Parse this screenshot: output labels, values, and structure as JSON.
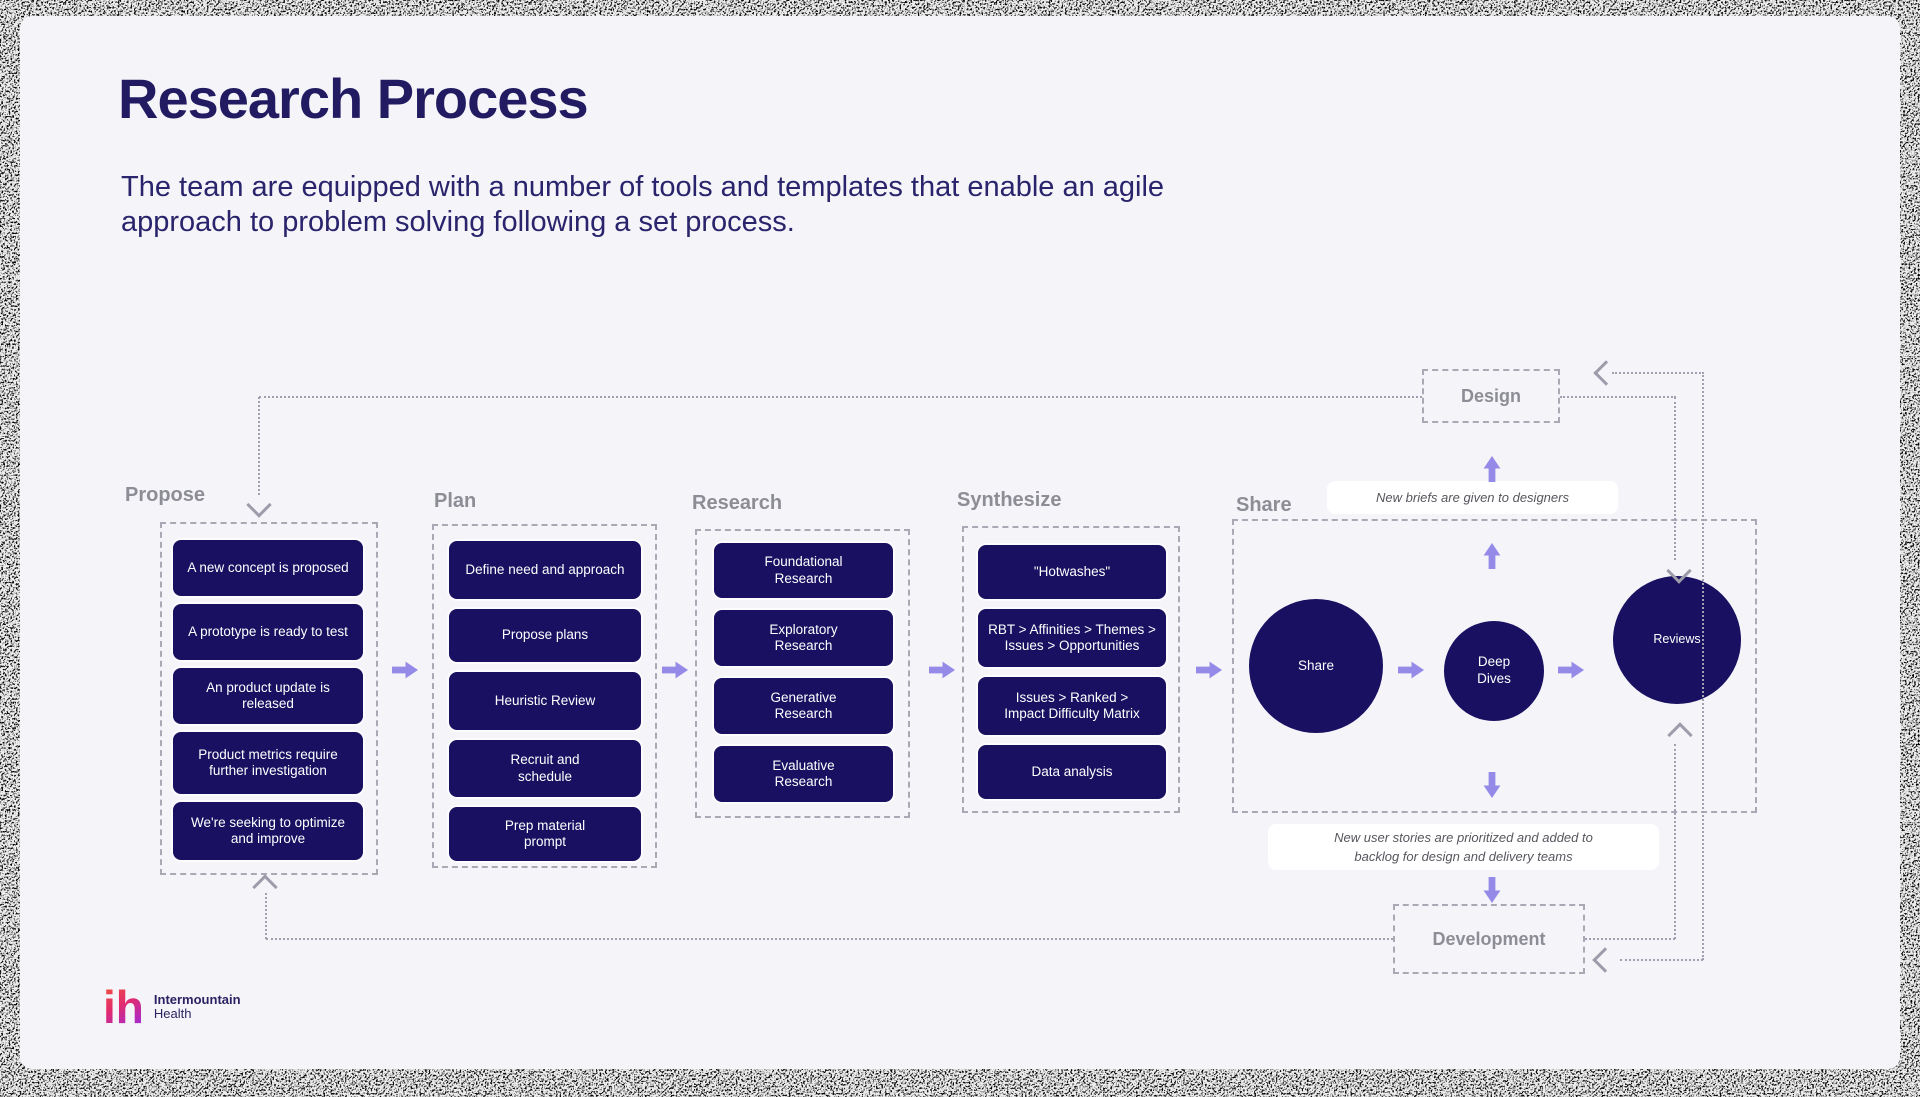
{
  "slide": {
    "title": "Research Process",
    "subtitle_line1": "The team are equipped with a number of tools and templates that enable an agile",
    "subtitle_line2": "approach to problem solving following a set process."
  },
  "stages": [
    {
      "label": "Propose",
      "items": [
        "A new concept is proposed",
        "A prototype is ready to test",
        "An product update is released",
        "Product metrics require further investigation",
        "We're seeking to optimize and improve"
      ]
    },
    {
      "label": "Plan",
      "items": [
        "Define need and approach",
        "Propose plans",
        "Heuristic Review",
        "Recruit and schedule",
        "Prep material prompt"
      ]
    },
    {
      "label": "Research",
      "items": [
        "Foundational Research",
        "Exploratory Research",
        "Generative Research",
        "Evaluative Research"
      ]
    },
    {
      "label": "Synthesize",
      "items": [
        "\"Hotwashes\"",
        "RBT > Affinities > Themes > Issues > Opportunities",
        "Issues > Ranked > Impact Difficulty Matrix",
        "Data analysis"
      ]
    },
    {
      "label": "Share",
      "circles": [
        "Share",
        "Deep Dives",
        "Reviews"
      ]
    }
  ],
  "loop": {
    "design_label": "Design",
    "development_label": "Development",
    "briefs_note": "New briefs are given to designers",
    "stories_note_line1": "New user stories are prioritized and added to",
    "stories_note_line2": "backlog for design and delivery teams"
  },
  "logo": {
    "mark": "ih",
    "company": "Intermountain",
    "division": "Health"
  },
  "colors": {
    "card_bg": "#f5f4f9",
    "navy_box": "#191061",
    "title_navy": "#221b61",
    "label_grey": "#8d8d95",
    "arrow_purple": "#958ae8",
    "dotted_line_grey": "#a29fb0",
    "logo_gradient_start": "#f0503c",
    "logo_gradient_end": "#9b2be0"
  }
}
